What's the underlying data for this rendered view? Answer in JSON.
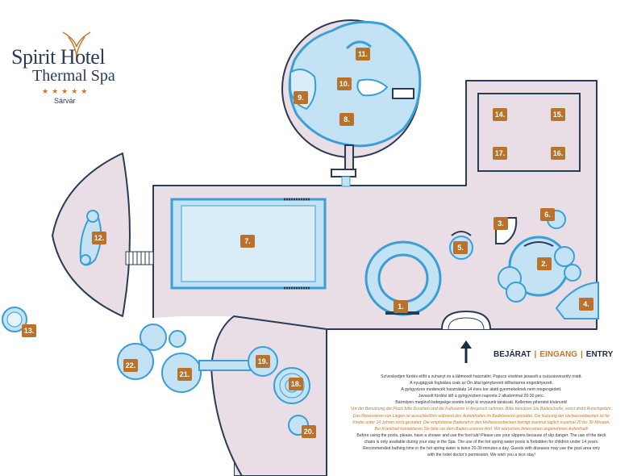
{
  "brand": {
    "name_line1": "Spirit Hotel",
    "name_line2": "Thermal Spa",
    "stars": "★★★★★",
    "city": "Sárvár"
  },
  "colors": {
    "floor": "#e9dde6",
    "water": "#c3e2f3",
    "water_edge": "#3a9fd6",
    "outline": "#2b3a55",
    "badge": "#b8722c"
  },
  "entry": {
    "hu": "BEJÁRAT",
    "de": "EINGANG",
    "en": "ENTRY",
    "arrow_icon": "arrow-up-icon"
  },
  "pools": [
    {
      "label": "1."
    },
    {
      "label": "2."
    },
    {
      "label": "3."
    },
    {
      "label": "4."
    },
    {
      "label": "5."
    },
    {
      "label": "6."
    },
    {
      "label": "7."
    },
    {
      "label": "8."
    },
    {
      "label": "9."
    },
    {
      "label": "10."
    },
    {
      "label": "11."
    },
    {
      "label": "12."
    },
    {
      "label": "13."
    },
    {
      "label": "14."
    },
    {
      "label": "15."
    },
    {
      "label": "16."
    },
    {
      "label": "17."
    },
    {
      "label": "18."
    },
    {
      "label": "19."
    },
    {
      "label": "20."
    },
    {
      "label": "21."
    },
    {
      "label": "22."
    }
  ],
  "notes": {
    "hu": [
      "Szíveskedjen fürdés előtt a zuhanyt és a lábmosót használni. Papucs viselése javasolt a csúszásveszély miatt.",
      "A nyugágyak foglalása csak az Ön által igénybevett időtartamra engedélyezett.",
      "A gyógyvizes medencék használata 14 éves kor alatti gyermekeknek nem megengedett.",
      "Javasolt fürdési idő a gyógyvízben naponta 2 alkalommal 20-30 perc.",
      "Bármilyen meglévő betegsége esetén kérje ki orvosunk tanácsát. Kellemes pihenést kívánunk!"
    ],
    "de": [
      "Vor der Benutzung der Pools bitte Duschen und die Fußwanne in Anspruch nehmen. Bitte benutzen Sie Badeschuhe, sonst droht Rutschgefahr.",
      "Das Reservieren von Liegen ist ausschließlich während des Aufenthaltes im Badebereich gestattet. Die Nutzung der Heilwasserbecken ist für",
      "Kinder unter 14 Jahren nicht gestattet. Die empfohlene Badezeit in den Heilwasserbecken beträgt zweimal täglich maximal 20 bis 30 Minuten.",
      "Bei Krankheit kontaktieren Sie bitte vor dem Baden unseren Arzt. Wir wünschen Ihnen einen angenehmen Aufenthalt!"
    ],
    "en": [
      "Before using the pools, please, have a shower and use the foot tub! Please use your slippers because of slip danger. The use of the deck",
      "chairs is only available during your stay in the Spa. The use of the hot spring water pools is forbidden for children under 14 years.",
      "Recommended bathing time in the hot spring water is twice 20-30 minutes a day. Guests with diseases may use the pool area only",
      "with the hotel doctor's permission. We wish you a nice stay!"
    ]
  }
}
